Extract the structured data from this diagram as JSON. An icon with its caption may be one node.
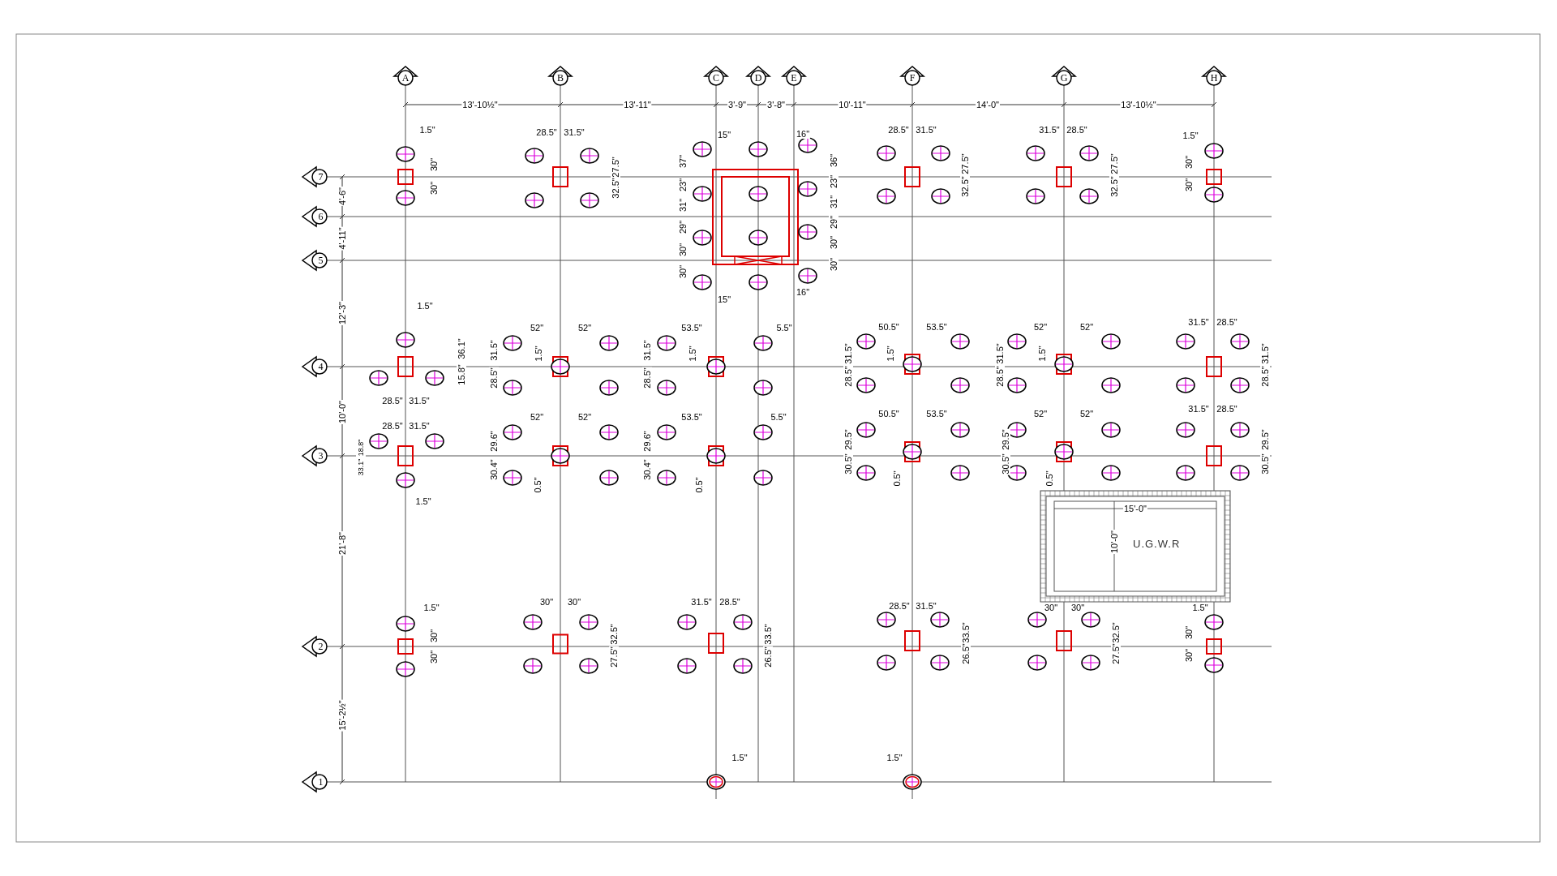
{
  "diagram": {
    "nodes": [
      {
        "text": [
          "A"
        ]
      },
      {
        "text": [
          "B"
        ]
      },
      {
        "text": [
          "C"
        ]
      },
      {
        "text": [
          "D"
        ]
      },
      {
        "text": [
          "E"
        ]
      },
      {
        "text": [
          "F"
        ]
      },
      {
        "text": [
          "G"
        ]
      },
      {
        "text": [
          "H"
        ]
      },
      {
        "text": [
          "7"
        ]
      },
      {
        "text": [
          "6"
        ]
      },
      {
        "text": [
          "5"
        ]
      },
      {
        "text": [
          "4"
        ]
      },
      {
        "text": [
          "3"
        ]
      },
      {
        "text": [
          "2"
        ]
      },
      {
        "text": [
          "1"
        ]
      },
      {
        "text": [
          "U.G.W.R"
        ]
      }
    ],
    "edges": [],
    "labels": [
      "13'-10½\"",
      "13'-11\"",
      "3'-9\"",
      "3'-8\"",
      "10'-11\"",
      "14'-0\"",
      "13'-10½\"",
      "4'-6\"",
      "4'-11\"",
      "12'-3\"",
      "10'-0\"",
      "21'-8\"",
      "15'-2½\"",
      "1.5\"",
      "30\"",
      "30\"",
      "28.5\"",
      "31.5\"",
      "27.5\"",
      "32.5\"",
      "15\"",
      "37\"",
      "23\"",
      "31\"",
      "29\"",
      "30\"",
      "30\"",
      "15\"",
      "16\"",
      "36\"",
      "23\"",
      "31\"",
      "29\"",
      "30\"",
      "30\"",
      "16\"",
      "28.5\"",
      "31.5\"",
      "27.5\"",
      "32.5\"",
      "31.5\"",
      "28.5\"",
      "27.5\"",
      "32.5\"",
      "1.5\"",
      "30\"",
      "30\"",
      "1.5\"",
      "36.1\"",
      "15.8\"",
      "28.5\"",
      "31.5\"",
      "52\"",
      "52\"",
      "31.5\"",
      "28.5\"",
      "1.5\"",
      "53.5\"",
      "5.5\"",
      "31.5\"",
      "28.5\"",
      "1.5\"",
      "50.5\"",
      "53.5\"",
      "31.5\"",
      "28.5\"",
      "1.5\"",
      "52\"",
      "52\"",
      "31.5\"",
      "28.5\"",
      "1.5\"",
      "31.5\"",
      "28.5\"",
      "31.5\"",
      "28.5\"",
      "28.5\"",
      "31.5\"",
      "18.8\"",
      "33.1\"",
      "1.5\"",
      "52\"",
      "52\"",
      "29.6\"",
      "30.4\"",
      "0.5\"",
      "53.5\"",
      "5.5\"",
      "29.6\"",
      "30.4\"",
      "0.5\"",
      "50.5\"",
      "53.5\"",
      "29.5\"",
      "30.5\"",
      "0.5\"",
      "52\"",
      "52\"",
      "29.5\"",
      "30.5\"",
      "0.5\"",
      "31.5\"",
      "28.5\"",
      "29.5\"",
      "30.5\"",
      "15'-0\"",
      "10'-0\"",
      "1.5\"",
      "30\"",
      "30\"",
      "30\"",
      "30\"",
      "32.5\"",
      "27.5\"",
      "31.5\"",
      "28.5\"",
      "33.5\"",
      "26.5\"",
      "28.5\"",
      "31.5\"",
      "33.5\"",
      "26.5\"",
      "30\"",
      "30\"",
      "32.5\"",
      "27.5\"",
      "1.5\"",
      "30\"",
      "30\"",
      "1.5\"",
      "1.5\""
    ]
  }
}
